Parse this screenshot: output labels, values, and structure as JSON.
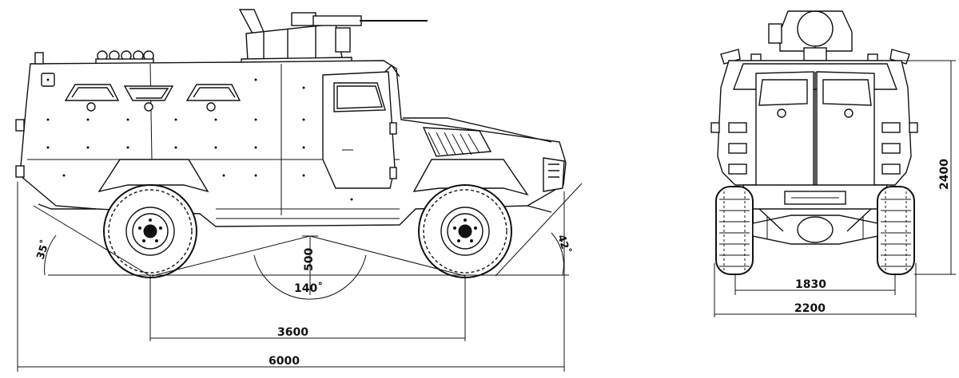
{
  "side_view": {
    "dimensions": {
      "overall_length": "6000",
      "wheelbase": "3600",
      "ground_clearance": "500",
      "ramp_angle": "140˚",
      "approach_angle": "35˚",
      "departure_angle": "42˚"
    }
  },
  "front_view": {
    "dimensions": {
      "track_width": "1830",
      "overall_width": "2200",
      "overall_height": "2400"
    }
  }
}
